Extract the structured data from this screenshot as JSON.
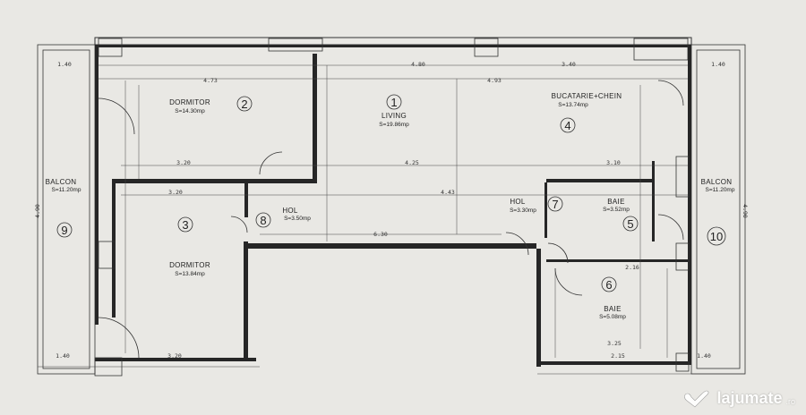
{
  "rooms": [
    {
      "num": "1",
      "name": "LIVING",
      "area": "S=19.86mp"
    },
    {
      "num": "2",
      "name": "DORMITOR",
      "area": "S=14.30mp"
    },
    {
      "num": "3",
      "name": "DORMITOR",
      "area": "S=13.84mp"
    },
    {
      "num": "4",
      "name": "BUCATARIE+CHEIN",
      "area": "S=13.74mp"
    },
    {
      "num": "5",
      "name": "BAIE",
      "area": "S=3.52mp"
    },
    {
      "num": "6",
      "name": "BAIE",
      "area": "S=5.08mp"
    },
    {
      "num": "7",
      "name": "HOL",
      "area": "S=3.30mp"
    },
    {
      "num": "8",
      "name": "HOL",
      "area": "S=3.50mp"
    },
    {
      "num": "9",
      "name": "BALCON",
      "area": "S=11.20mp"
    },
    {
      "num": "10",
      "name": "BALCON",
      "area": "S=11.20mp"
    }
  ],
  "dimensions": {
    "d140a": "1.40",
    "d140b": "1.40",
    "d140c": "1.40",
    "d140d": "1.40",
    "d473": "4.73",
    "d480": "4.80",
    "d493": "4.93",
    "d320a": "3.20",
    "d320b": "3.20",
    "d320c": "3.20",
    "d425": "4.25",
    "d340a": "3.40",
    "d310": "3.10",
    "d443": "4.43",
    "d630": "6.30",
    "d216": "2.16",
    "d325": "3.25",
    "d215": "2.15",
    "d490a": "4.90",
    "d490b": "4.90"
  },
  "watermark": {
    "brand": "lajumate",
    "tld": ".ro"
  }
}
